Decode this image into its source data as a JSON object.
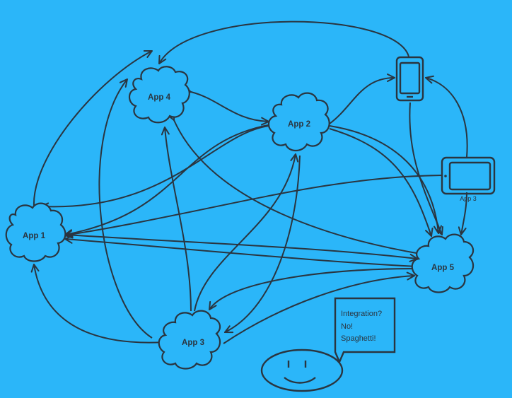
{
  "nodes": {
    "app1": "App 1",
    "app2": "App 2",
    "app3": "App 3",
    "app4": "App 4",
    "app5": "App 5",
    "tablet": "App 3"
  },
  "speech": {
    "line1": "Integration?",
    "line2": "No!",
    "line3": "Spaghetti!"
  },
  "colors": {
    "background": "#2bb6f9",
    "ink": "#2a3540"
  }
}
